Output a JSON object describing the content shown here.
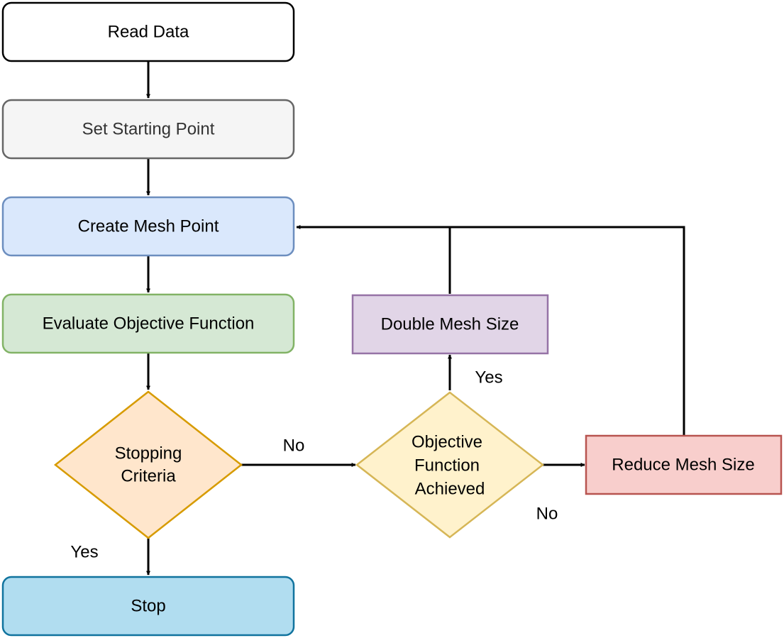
{
  "nodes": {
    "read_data": {
      "label": "Read Data",
      "fill": "#ffffff",
      "stroke": "#000000"
    },
    "set_starting_point": {
      "label": "Set Starting Point",
      "fill": "#f5f5f5",
      "stroke": "#666666",
      "text_color": "#333333"
    },
    "create_mesh_point": {
      "label": "Create Mesh Point",
      "fill": "#dae8fc",
      "stroke": "#6c8ebf"
    },
    "evaluate_objective": {
      "label": "Evaluate Objective Function",
      "fill": "#d5e8d4",
      "stroke": "#82b366"
    },
    "stopping_criteria": {
      "lines": [
        "Stopping",
        "Criteria"
      ],
      "fill": "#ffe6cc",
      "stroke": "#d79b00"
    },
    "objective_achieved": {
      "lines": [
        "Objective",
        "Function",
        "Achieved"
      ],
      "fill": "#fff2cc",
      "stroke": "#d6b656"
    },
    "double_mesh_size": {
      "label": "Double Mesh Size",
      "fill": "#e1d5e7",
      "stroke": "#9673a6"
    },
    "reduce_mesh_size": {
      "label": "Reduce Mesh Size",
      "fill": "#f8cecc",
      "stroke": "#b85450"
    },
    "stop": {
      "label": "Stop",
      "fill": "#b1ddf0",
      "stroke": "#10739e"
    }
  },
  "edge_labels": {
    "stopping_no": "No",
    "stopping_yes": "Yes",
    "achieved_yes": "Yes",
    "achieved_no": "No"
  }
}
